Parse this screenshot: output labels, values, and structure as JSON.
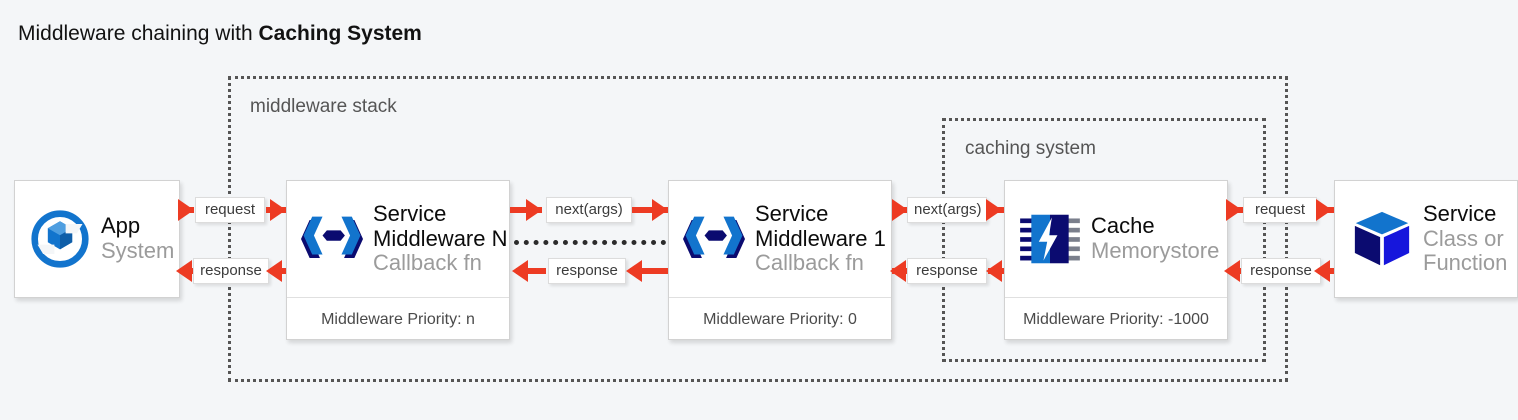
{
  "title": {
    "prefix": "Middleware chaining with ",
    "emphasis": "Caching System"
  },
  "groups": [
    {
      "name": "middleware-stack",
      "label": "middleware stack"
    },
    {
      "name": "caching-system",
      "label": "caching system"
    }
  ],
  "nodes": [
    {
      "name": "app",
      "icon": "moleculer-circle-icon",
      "title": "App",
      "subtitle": "System",
      "footer": null
    },
    {
      "name": "middleware-n",
      "icon": "middleware-arrows-icon",
      "title_line1": "Service",
      "title_line2": "Middleware N",
      "subtitle": "Callback fn",
      "footer": "Middleware Priority: n"
    },
    {
      "name": "middleware-1",
      "icon": "middleware-arrows-icon",
      "title_line1": "Service",
      "title_line2": "Middleware 1",
      "subtitle": "Callback fn",
      "footer": "Middleware Priority: 0"
    },
    {
      "name": "cache",
      "icon": "memory-chip-bolt-icon",
      "title": "Cache",
      "subtitle": "Memorystore",
      "footer": "Middleware Priority: -1000"
    },
    {
      "name": "service",
      "icon": "cube-icon",
      "title": "Service",
      "subtitle_line1": "Class or",
      "subtitle_line2": "Function",
      "footer": null
    }
  ],
  "edges": [
    {
      "name": "app-to-middleware-n-request",
      "label": "request"
    },
    {
      "name": "middleware-n-to-app-response",
      "label": "response"
    },
    {
      "name": "middleware-n-to-next-request",
      "label": "next(args)"
    },
    {
      "name": "middleware-1-to-previous-response",
      "label": "response"
    },
    {
      "name": "middleware-1-to-cache-request",
      "label": "next(args)"
    },
    {
      "name": "cache-to-middleware-1-response",
      "label": "response"
    },
    {
      "name": "cache-to-service-request",
      "label": "request"
    },
    {
      "name": "service-to-cache-response",
      "label": "response"
    }
  ],
  "colors": {
    "background": "#f4f6f8",
    "arrow": "#ed3b23",
    "group_border": "#555555",
    "muted_text": "#9b9b9b",
    "icon_blue": "#1274cd",
    "icon_navy": "#0b0b70"
  }
}
